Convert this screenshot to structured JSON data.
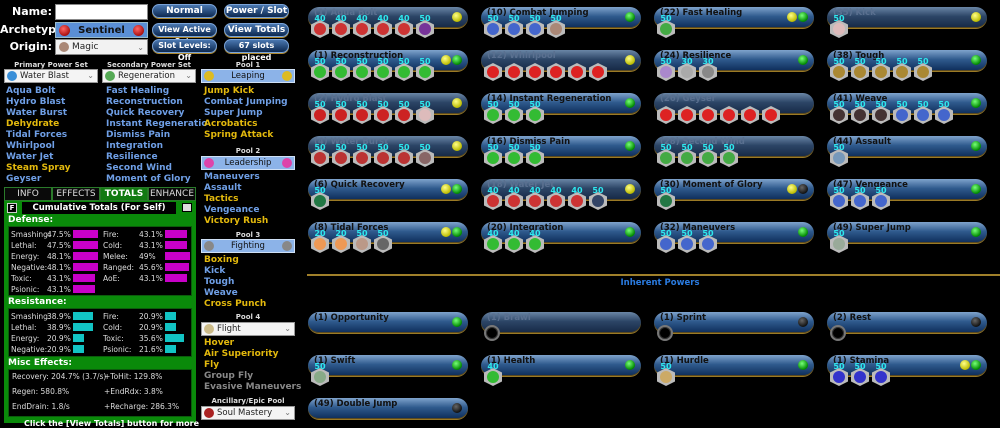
{
  "header": {
    "name_label": "Name:",
    "name_value": "",
    "archetype_label": "Archetype:",
    "archetype_value": "Sentinel",
    "origin_label": "Origin:",
    "origin_value": "Magic",
    "buttons": {
      "normal": "Normal",
      "power_slot": "Power / Slot",
      "view_active_sets": "View Active Sets",
      "view_totals": "View Totals",
      "slot_levels": "Slot Levels: Off",
      "slots_placed": "67 slots placed"
    }
  },
  "primary": {
    "label": "Primary Power Set",
    "selected": "Water Blast",
    "powers": [
      {
        "name": "Aqua Bolt",
        "state": "blue"
      },
      {
        "name": "Hydro Blast",
        "state": "blue"
      },
      {
        "name": "Water Burst",
        "state": "blue"
      },
      {
        "name": "Dehydrate",
        "state": "gold"
      },
      {
        "name": "Tidal Forces",
        "state": "blue"
      },
      {
        "name": "Whirlpool",
        "state": "blue"
      },
      {
        "name": "Water Jet",
        "state": "blue"
      },
      {
        "name": "Steam Spray",
        "state": "gold"
      },
      {
        "name": "Geyser",
        "state": "blue"
      }
    ]
  },
  "secondary": {
    "label": "Secondary Power Set",
    "selected": "Regeneration",
    "powers": [
      {
        "name": "Fast Healing",
        "state": "blue"
      },
      {
        "name": "Reconstruction",
        "state": "blue"
      },
      {
        "name": "Quick Recovery",
        "state": "blue"
      },
      {
        "name": "Instant Regeneratio",
        "state": "blue"
      },
      {
        "name": "Dismiss Pain",
        "state": "blue"
      },
      {
        "name": "Integration",
        "state": "blue"
      },
      {
        "name": "Resilience",
        "state": "blue"
      },
      {
        "name": "Second Wind",
        "state": "blue"
      },
      {
        "name": "Moment of Glory",
        "state": "blue"
      }
    ]
  },
  "pools": [
    {
      "label": "Pool 1",
      "selected": "Leaping",
      "powers": [
        {
          "name": "Jump Kick",
          "state": "gold"
        },
        {
          "name": "Combat Jumping",
          "state": "blue"
        },
        {
          "name": "Super Jump",
          "state": "blue"
        },
        {
          "name": "Acrobatics",
          "state": "gold"
        },
        {
          "name": "Spring Attack",
          "state": "gold"
        }
      ]
    },
    {
      "label": "Pool 2",
      "selected": "Leadership",
      "powers": [
        {
          "name": "Maneuvers",
          "state": "blue"
        },
        {
          "name": "Assault",
          "state": "blue"
        },
        {
          "name": "Tactics",
          "state": "gold"
        },
        {
          "name": "Vengeance",
          "state": "blue"
        },
        {
          "name": "Victory Rush",
          "state": "gold"
        }
      ]
    },
    {
      "label": "Pool 3",
      "selected": "Fighting",
      "powers": [
        {
          "name": "Boxing",
          "state": "gold"
        },
        {
          "name": "Kick",
          "state": "blue"
        },
        {
          "name": "Tough",
          "state": "blue"
        },
        {
          "name": "Weave",
          "state": "blue"
        },
        {
          "name": "Cross Punch",
          "state": "gold"
        }
      ]
    },
    {
      "label": "Pool 4",
      "selected": "Flight",
      "powers": [
        {
          "name": "Hover",
          "state": "gold"
        },
        {
          "name": "Air Superiority",
          "state": "gold"
        },
        {
          "name": "Fly",
          "state": "gold"
        },
        {
          "name": "Group Fly",
          "state": "grey"
        },
        {
          "name": "Evasive Maneuvers",
          "state": "grey"
        }
      ]
    }
  ],
  "epic": {
    "label": "Ancillary/Epic Pool",
    "selected": "Soul Mastery"
  },
  "tabs": [
    "INFO",
    "EFFECTS",
    "TOTALS",
    "ENHANCE"
  ],
  "active_tab": "TOTALS",
  "totals": {
    "f_button": "F",
    "title": "Cumulative Totals (For Self)",
    "defense_label": "Defense:",
    "defense_left": [
      {
        "k": "Smashing:",
        "v": "47.5%",
        "pct": 47.5
      },
      {
        "k": "Lethal:",
        "v": "47.5%",
        "pct": 47.5
      },
      {
        "k": "Energy:",
        "v": "48.1%",
        "pct": 48.1
      },
      {
        "k": "Negative:",
        "v": "48.1%",
        "pct": 48.1
      },
      {
        "k": "Toxic:",
        "v": "43.1%",
        "pct": 43.1
      },
      {
        "k": "Psionic:",
        "v": "43.1%",
        "pct": 43.1
      }
    ],
    "defense_right": [
      {
        "k": "Fire:",
        "v": "43.1%",
        "pct": 43.1
      },
      {
        "k": "Cold:",
        "v": "43.1%",
        "pct": 43.1
      },
      {
        "k": "Melee:",
        "v": "49%",
        "pct": 49
      },
      {
        "k": "Ranged:",
        "v": "45.6%",
        "pct": 45.6
      },
      {
        "k": "AoE:",
        "v": "43.1%",
        "pct": 43.1
      }
    ],
    "resistance_label": "Resistance:",
    "resistance_left": [
      {
        "k": "Smashing:",
        "v": "38.9%",
        "pct": 38.9
      },
      {
        "k": "Lethal:",
        "v": "38.9%",
        "pct": 38.9
      },
      {
        "k": "Energy:",
        "v": "20.9%",
        "pct": 20.9
      },
      {
        "k": "Negative:",
        "v": "20.9%",
        "pct": 20.9
      }
    ],
    "resistance_right": [
      {
        "k": "Fire:",
        "v": "20.9%",
        "pct": 20.9
      },
      {
        "k": "Cold:",
        "v": "20.9%",
        "pct": 20.9
      },
      {
        "k": "Toxic:",
        "v": "35.6%",
        "pct": 35.6
      },
      {
        "k": "Psionic:",
        "v": "21.6%",
        "pct": 21.6
      }
    ],
    "misc_label": "Misc Effects:",
    "misc": [
      "Recovery: 204.7% (3.7/s)",
      "+ToHit: 129.8%",
      "Regen: 580.8%",
      "+EndRdx: 3.8%",
      "EndDrain: 1.8/s",
      "+Recharge: 286.3%"
    ],
    "footer": "Click the [View Totals] button for more"
  },
  "colors": {
    "defense_bar": "#c800c8",
    "resistance_bar": "#12c4c4",
    "panel_green": "#0a8a0a"
  },
  "build_powers": [
    {
      "name": "(1) Aqua Bolt",
      "dim": true,
      "dots": [
        "y"
      ],
      "slots": [
        [
          "40",
          "#c33"
        ],
        [
          "40",
          "#c33"
        ],
        [
          "40",
          "#c33"
        ],
        [
          "40",
          "#c33"
        ],
        [
          "40",
          "#c33"
        ],
        [
          "50",
          "#739"
        ]
      ]
    },
    {
      "name": "(10) Combat Jumping",
      "dim": false,
      "dots": [
        "g"
      ],
      "slots": [
        [
          "50",
          "#46c"
        ],
        [
          "50",
          "#46c"
        ],
        [
          "50",
          "#46c"
        ],
        [
          "50",
          "#a87"
        ]
      ]
    },
    {
      "name": "(22) Fast Healing",
      "dim": false,
      "dots": [
        "y",
        "g"
      ],
      "slots": [
        [
          "50",
          "#4a4"
        ]
      ]
    },
    {
      "name": "(35) Kick",
      "dim": true,
      "dots": [
        "y"
      ],
      "slots": [
        [
          "50",
          "#dbb"
        ]
      ]
    },
    {
      "name": "(1) Reconstruction",
      "dim": false,
      "dots": [
        "y",
        "g"
      ],
      "slots": [
        [
          "50",
          "#3b3"
        ],
        [
          "50",
          "#3b3"
        ],
        [
          "50",
          "#3b3"
        ],
        [
          "50",
          "#3b3"
        ],
        [
          "50",
          "#3b3"
        ],
        [
          "50",
          "#3b3"
        ]
      ]
    },
    {
      "name": "(12) Whirlpool",
      "dim": true,
      "dots": [
        "y"
      ],
      "slots": [
        [
          "",
          "#d22"
        ],
        [
          "",
          "#d22"
        ],
        [
          "",
          "#d22"
        ],
        [
          "",
          "#d22"
        ],
        [
          "",
          "#d22"
        ],
        [
          "",
          "#d22"
        ]
      ]
    },
    {
      "name": "(24) Resilience",
      "dim": false,
      "dots": [
        "g"
      ],
      "slots": [
        [
          "50",
          "#a8c"
        ],
        [
          "30",
          "#aaa"
        ],
        [
          "30",
          "#888"
        ]
      ]
    },
    {
      "name": "(38) Tough",
      "dim": false,
      "dots": [
        "g"
      ],
      "slots": [
        [
          "50",
          "#a83"
        ],
        [
          "50",
          "#a83"
        ],
        [
          "50",
          "#a83"
        ],
        [
          "50",
          "#a83"
        ],
        [
          "50",
          "#a83"
        ]
      ]
    },
    {
      "name": "(2) Hydro Blast",
      "dim": true,
      "dots": [
        "y"
      ],
      "slots": [
        [
          "50",
          "#c22"
        ],
        [
          "50",
          "#c22"
        ],
        [
          "50",
          "#c22"
        ],
        [
          "50",
          "#c22"
        ],
        [
          "50",
          "#c22"
        ],
        [
          "50",
          "#dbb"
        ]
      ]
    },
    {
      "name": "(14) Instant Regeneration",
      "dim": false,
      "dots": [
        "g"
      ],
      "slots": [
        [
          "50",
          "#3b3"
        ],
        [
          "50",
          "#3b3"
        ],
        [
          "50",
          "#3b3"
        ]
      ]
    },
    {
      "name": "(26) Geyser",
      "dim": true,
      "dots": [],
      "slots": [
        [
          "",
          "#d22"
        ],
        [
          "",
          "#d22"
        ],
        [
          "",
          "#d22"
        ],
        [
          "",
          "#d22"
        ],
        [
          "",
          "#d22"
        ],
        [
          "",
          "#d22"
        ]
      ]
    },
    {
      "name": "(41) Weave",
      "dim": false,
      "dots": [
        "g"
      ],
      "slots": [
        [
          "50",
          "#433"
        ],
        [
          "50",
          "#433"
        ],
        [
          "50",
          "#433"
        ],
        [
          "50",
          "#46c"
        ],
        [
          "50",
          "#46c"
        ],
        [
          "50",
          "#46c"
        ]
      ]
    },
    {
      "name": "(4) Water Burst",
      "dim": true,
      "dots": [
        "y"
      ],
      "slots": [
        [
          "50",
          "#b33"
        ],
        [
          "50",
          "#b33"
        ],
        [
          "50",
          "#b33"
        ],
        [
          "50",
          "#b33"
        ],
        [
          "50",
          "#b33"
        ],
        [
          "50",
          "#866"
        ]
      ]
    },
    {
      "name": "(16) Dismiss Pain",
      "dim": false,
      "dots": [
        "g"
      ],
      "slots": [
        [
          "50",
          "#3b3"
        ],
        [
          "50",
          "#3b3"
        ],
        [
          "50",
          "#3b3"
        ]
      ]
    },
    {
      "name": "(28) Second Wind",
      "dim": true,
      "dots": [],
      "slots": [
        [
          "50",
          "#4a4"
        ],
        [
          "50",
          "#4a4"
        ],
        [
          "50",
          "#4a4"
        ],
        [
          "50",
          "#4a4"
        ]
      ]
    },
    {
      "name": "(44) Assault",
      "dim": false,
      "dots": [
        "g"
      ],
      "slots": [
        [
          "50",
          "#79b"
        ]
      ]
    },
    {
      "name": "(6) Quick Recovery",
      "dim": false,
      "dots": [
        "y",
        "g"
      ],
      "slots": [
        [
          "50",
          "#274"
        ]
      ]
    },
    {
      "name": "(18) Water Jet",
      "dim": true,
      "dots": [
        "y"
      ],
      "slots": [
        [
          "40",
          "#c33"
        ],
        [
          "40",
          "#c33"
        ],
        [
          "40",
          "#c33"
        ],
        [
          "40",
          "#c33"
        ],
        [
          "40",
          "#c33"
        ],
        [
          "50",
          "#346"
        ]
      ]
    },
    {
      "name": "(30) Moment of Glory",
      "dim": false,
      "dots": [
        "y",
        "k"
      ],
      "slots": [
        [
          "50",
          "#274"
        ]
      ]
    },
    {
      "name": "(47) Vengeance",
      "dim": false,
      "dots": [
        "g"
      ],
      "slots": [
        [
          "50",
          "#46c"
        ],
        [
          "50",
          "#46c"
        ],
        [
          "50",
          "#46c"
        ]
      ]
    },
    {
      "name": "(8) Tidal Forces",
      "dim": false,
      "dots": [
        "y",
        "g"
      ],
      "slots": [
        [
          "20",
          "#e95"
        ],
        [
          "20",
          "#e95"
        ],
        [
          "50",
          "#b98"
        ],
        [
          "50",
          "#666"
        ]
      ]
    },
    {
      "name": "(20) Integration",
      "dim": false,
      "dots": [
        "g"
      ],
      "slots": [
        [
          "40",
          "#3b3"
        ],
        [
          "40",
          "#3b3"
        ],
        [
          "40",
          "#3b3"
        ]
      ]
    },
    {
      "name": "(32) Maneuvers",
      "dim": false,
      "dots": [
        "g"
      ],
      "slots": [
        [
          "50",
          "#46c"
        ],
        [
          "50",
          "#46c"
        ],
        [
          "50",
          "#46c"
        ]
      ]
    },
    {
      "name": "(49) Super Jump",
      "dim": false,
      "dots": [
        "g"
      ],
      "slots": [
        [
          "50",
          "#9a9"
        ]
      ]
    }
  ],
  "inherent_label": "Inherent Powers",
  "inherent_powers": [
    {
      "name": "(1) Opportunity",
      "dim": false,
      "dots": [
        "g"
      ],
      "slots": []
    },
    {
      "name": "(1) Brawl",
      "dim": true,
      "dots": [],
      "slots": [
        [
          "empty",
          ""
        ]
      ]
    },
    {
      "name": "(1) Sprint",
      "dim": false,
      "dots": [
        "k"
      ],
      "slots": [
        [
          "empty",
          ""
        ]
      ]
    },
    {
      "name": "(2) Rest",
      "dim": false,
      "dots": [
        "k"
      ],
      "slots": [
        [
          "empty",
          ""
        ]
      ]
    },
    {
      "name": "(1) Swift",
      "dim": false,
      "dots": [
        "g"
      ],
      "slots": [
        [
          "50",
          "#8a8"
        ]
      ]
    },
    {
      "name": "(1) Health",
      "dim": false,
      "dots": [
        "g"
      ],
      "slots": [
        [
          "40",
          "#3b3"
        ]
      ]
    },
    {
      "name": "(1) Hurdle",
      "dim": false,
      "dots": [
        "g"
      ],
      "slots": [
        [
          "50",
          "#ca6"
        ]
      ]
    },
    {
      "name": "(1) Stamina",
      "dim": false,
      "dots": [
        "y",
        "g"
      ],
      "slots": [
        [
          "50",
          "#33c"
        ],
        [
          "50",
          "#33c"
        ],
        [
          "50",
          "#33c"
        ]
      ]
    },
    {
      "name": "(49) Double Jump",
      "dim": false,
      "dots": [
        "k"
      ],
      "slots": []
    }
  ]
}
